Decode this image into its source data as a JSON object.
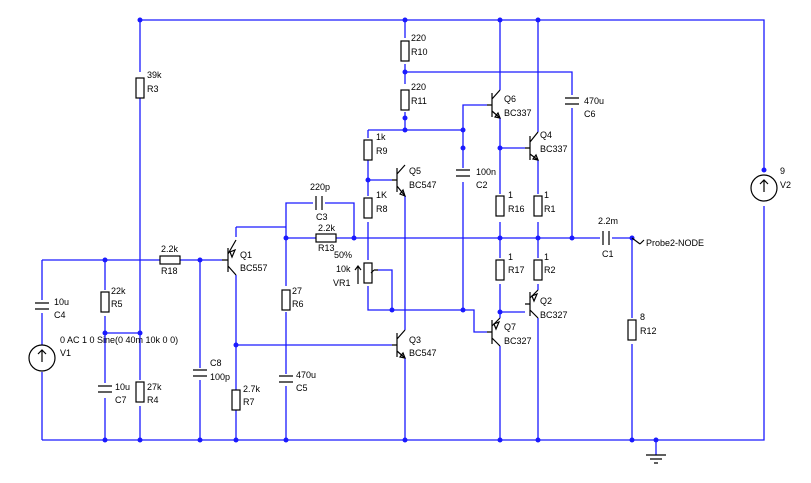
{
  "colors": {
    "wire": "#1a1aff",
    "component": "#000000",
    "background": "#ffffff"
  },
  "components": {
    "R3": {
      "value": "39k",
      "ref": "R3"
    },
    "R10": {
      "value": "220",
      "ref": "R10"
    },
    "R11": {
      "value": "220",
      "ref": "R11"
    },
    "R9": {
      "value": "1k",
      "ref": "R9"
    },
    "R8": {
      "value": "1K",
      "ref": "R8"
    },
    "R13": {
      "value": "2.2k",
      "ref": "R13"
    },
    "R18": {
      "value": "2.2k",
      "ref": "R18"
    },
    "R5": {
      "value": "22k",
      "ref": "R5"
    },
    "R4": {
      "value": "27k",
      "ref": "R4"
    },
    "R6": {
      "value": "27",
      "ref": "R6"
    },
    "R7": {
      "value": "2.7k",
      "ref": "R7"
    },
    "R16": {
      "value": "1",
      "ref": "R16"
    },
    "R1": {
      "value": "1",
      "ref": "R1"
    },
    "R17": {
      "value": "1",
      "ref": "R17"
    },
    "R2": {
      "value": "1",
      "ref": "R2"
    },
    "R12": {
      "value": "8",
      "ref": "R12"
    },
    "C3": {
      "value": "220p",
      "ref": "C3"
    },
    "C4": {
      "value": "10u",
      "ref": "C4"
    },
    "C7": {
      "value": "10u",
      "ref": "C7"
    },
    "C8": {
      "value": "100p",
      "ref": "C8"
    },
    "C5": {
      "value": "470u",
      "ref": "C5"
    },
    "C2": {
      "value": "100n",
      "ref": "C2"
    },
    "C6": {
      "value": "470u",
      "ref": "C6"
    },
    "C1": {
      "value": "2.2m",
      "ref": "C1"
    },
    "VR1": {
      "value": "10k",
      "percent": "50%",
      "ref": "VR1"
    },
    "V1": {
      "value": "0 AC 1 0 Sine(0 40m 10k 0 0)",
      "ref": "V1"
    },
    "V2": {
      "value": "9",
      "ref": "V2"
    },
    "Q1": {
      "ref": "Q1",
      "model": "BC557"
    },
    "Q3": {
      "ref": "Q3",
      "model": "BC547"
    },
    "Q5": {
      "ref": "Q5",
      "model": "BC547"
    },
    "Q6": {
      "ref": "Q6",
      "model": "BC337"
    },
    "Q4": {
      "ref": "Q4",
      "model": "BC337"
    },
    "Q2": {
      "ref": "Q2",
      "model": "BC327"
    },
    "Q7": {
      "ref": "Q7",
      "model": "BC327"
    }
  },
  "probe": {
    "label": "Probe2-NODE"
  }
}
